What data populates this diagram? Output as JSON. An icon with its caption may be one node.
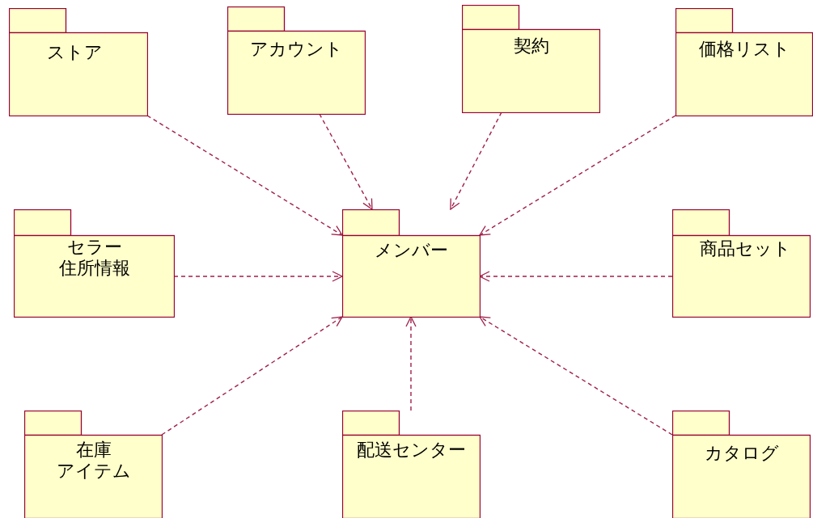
{
  "diagram": {
    "nodes": [
      {
        "text": [
          "ストア"
        ]
      },
      {
        "text": [
          "アカウント"
        ]
      },
      {
        "text": [
          "契約"
        ]
      },
      {
        "text": [
          "価格リスト"
        ]
      },
      {
        "text": [
          "セラー",
          "住所情報"
        ]
      },
      {
        "text": [
          "メンバー"
        ]
      },
      {
        "text": [
          "商品セット"
        ]
      },
      {
        "text": [
          "在庫",
          "アイテム"
        ]
      },
      {
        "text": [
          "配送センター"
        ]
      },
      {
        "text": [
          "カタログ"
        ]
      }
    ],
    "edges": [
      {
        "from": 0,
        "to": 5,
        "arrow": "to",
        "style": "dashed"
      },
      {
        "from": 1,
        "to": 5,
        "arrow": "to",
        "style": "dashed"
      },
      {
        "from": 2,
        "to": 5,
        "arrow": "to",
        "style": "dashed"
      },
      {
        "from": 3,
        "to": 5,
        "arrow": "to",
        "style": "dashed"
      },
      {
        "from": 4,
        "to": 5,
        "arrow": "to",
        "style": "dashed"
      },
      {
        "from": 6,
        "to": 5,
        "arrow": "to",
        "style": "dashed"
      },
      {
        "from": 7,
        "to": 5,
        "arrow": "to",
        "style": "dashed"
      },
      {
        "from": 8,
        "to": 5,
        "arrow": "to",
        "style": "dashed"
      },
      {
        "from": 9,
        "to": 5,
        "arrow": "to",
        "style": "dashed"
      }
    ]
  }
}
